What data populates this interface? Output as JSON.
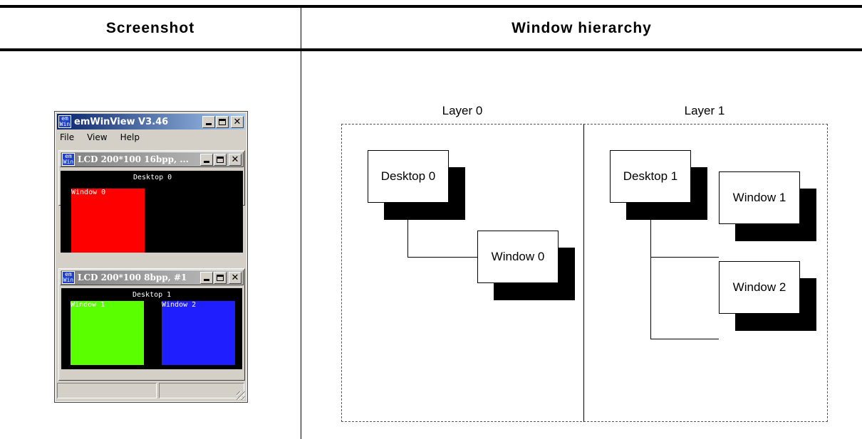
{
  "headers": {
    "left": "Screenshot",
    "right": "Window hierarchy"
  },
  "screenshot": {
    "app_title": "emWinView V3.46",
    "app_icon_text": [
      "em",
      "Win"
    ],
    "menu": [
      "File",
      "View",
      "Help"
    ],
    "children": [
      {
        "title": "LCD 200*100 16bpp, ...",
        "desktop_label": "Desktop 0",
        "windows": [
          {
            "label": "Window 0",
            "color": "#ff0000"
          }
        ]
      },
      {
        "title": "LCD 200*100 8bpp, #1",
        "desktop_label": "Desktop 1",
        "windows": [
          {
            "label": "Window 1",
            "color": "#5aff00"
          },
          {
            "label": "Window 2",
            "color": "#1e1eff"
          }
        ]
      }
    ],
    "icons": [
      "minimize-icon",
      "maximize-icon",
      "close-icon",
      "size-grip-icon"
    ]
  },
  "hierarchy": {
    "layers": [
      {
        "label": "Layer 0",
        "desktop": "Desktop 0",
        "windows": [
          "Window 0"
        ]
      },
      {
        "label": "Layer 1",
        "desktop": "Desktop 1",
        "windows": [
          "Window 1",
          "Window 2"
        ]
      }
    ]
  }
}
